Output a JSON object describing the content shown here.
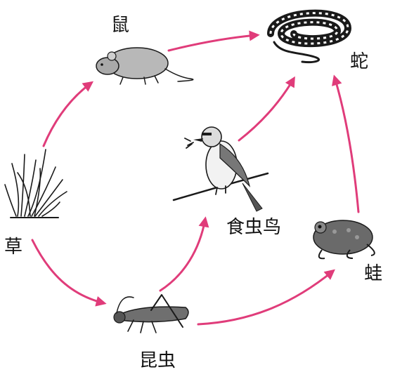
{
  "labels": {
    "grass": "草",
    "mouse": "鼠",
    "snake": "蛇",
    "insect_bird": "食虫鸟",
    "insect": "昆虫",
    "frog": "蛙"
  },
  "icons": {
    "grass": "grass-icon",
    "mouse": "mouse-icon",
    "snake": "snake-icon",
    "insect_bird": "bird-icon",
    "insect": "grasshopper-icon",
    "frog": "frog-icon"
  },
  "colors": {
    "arrow": "#e03c7a",
    "ink": "#1a1a1a"
  }
}
